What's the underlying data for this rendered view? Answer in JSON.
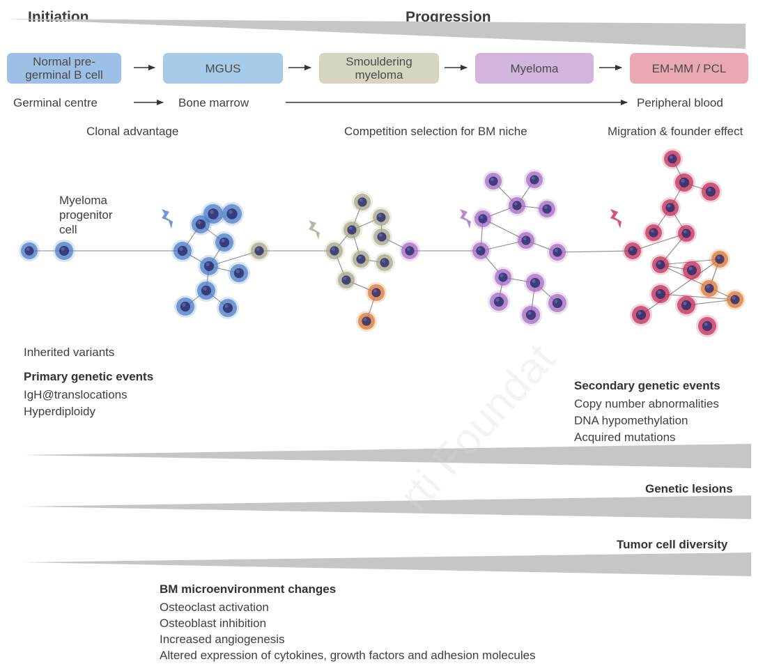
{
  "headers": {
    "initiation": "Initiation",
    "progression": "Progression"
  },
  "stages": [
    {
      "label": "Normal pre-\ngerminal B cell",
      "color": "#9fc0e6"
    },
    {
      "label": "MGUS",
      "color": "#a6cbe8"
    },
    {
      "label": "Smouldering\nmyeloma",
      "color": "#d6d6c0"
    },
    {
      "label": "Myeloma",
      "color": "#d2b4dc"
    },
    {
      "label": "EM-MM / PCL",
      "color": "#e9a8b4"
    }
  ],
  "locations": {
    "germinal_centre": "Germinal centre",
    "bone_marrow": "Bone marrow",
    "peripheral_blood": "Peripheral blood"
  },
  "processes": {
    "clonal_advantage": "Clonal advantage",
    "competition": "Competition selection for BM niche",
    "migration": "Migration & founder effect"
  },
  "progenitor_label": "Myeloma\nprogenitor\ncell",
  "inherited_variants": "Inherited variants",
  "primary": {
    "title": "Primary genetic events",
    "items": [
      "IgH@translocations",
      "Hyperdiploidy"
    ]
  },
  "secondary": {
    "title": "Secondary genetic events",
    "items": [
      "Copy number abnormalities",
      "DNA hypomethylation",
      "Acquired mutations"
    ]
  },
  "wedge_labels": {
    "genetic_lesions": "Genetic lesions",
    "tumor_diversity": "Tumor cell diversity"
  },
  "bm_changes": {
    "title": "BM microenvironment changes",
    "items": [
      "Osteoclast activation",
      "Osteoblast inhibition",
      "Increased angiogenesis",
      "Altered expression of cytokines, growth factors and adhesion molecules"
    ]
  },
  "watermark": "rti Foundat",
  "colors": {
    "blue_cell": "#4f7fc8",
    "olive_cell": "#a8a88a",
    "orange_cell": "#d97a3a",
    "purple_cell": "#a56cc4",
    "red_cell": "#c4305a",
    "wedge": "#c6c6c6"
  }
}
